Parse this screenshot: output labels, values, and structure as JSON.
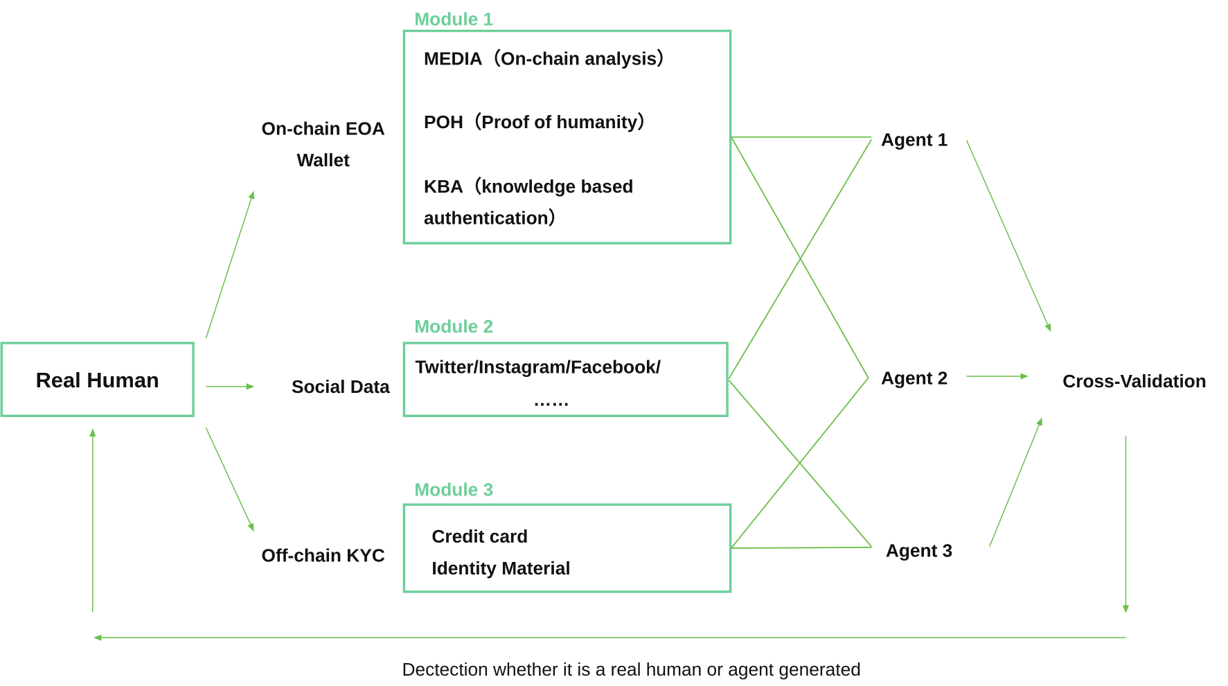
{
  "real_human": "Real Human",
  "sources": {
    "onchain_line1": "On-chain EOA",
    "onchain_line2": "Wallet",
    "social": "Social Data",
    "offchain": "Off-chain KYC"
  },
  "modules": [
    {
      "title": "Module 1",
      "lines": [
        "MEDIA（On-chain analysis）",
        "POH（Proof of humanity）",
        "KBA（knowledge based",
        "authentication）"
      ]
    },
    {
      "title": "Module 2",
      "lines": [
        "Twitter/Instagram/Facebook/",
        "……"
      ]
    },
    {
      "title": "Module 3",
      "lines": [
        "Credit card",
        "Identity Material"
      ]
    }
  ],
  "agents": [
    "Agent 1",
    "Agent 2",
    "Agent 3"
  ],
  "cross_validation": "Cross-Validation",
  "caption": "Dectection whether it is a real human or agent generated",
  "colors": {
    "box": "#6ccf9a",
    "arrow": "#6abf4b"
  }
}
